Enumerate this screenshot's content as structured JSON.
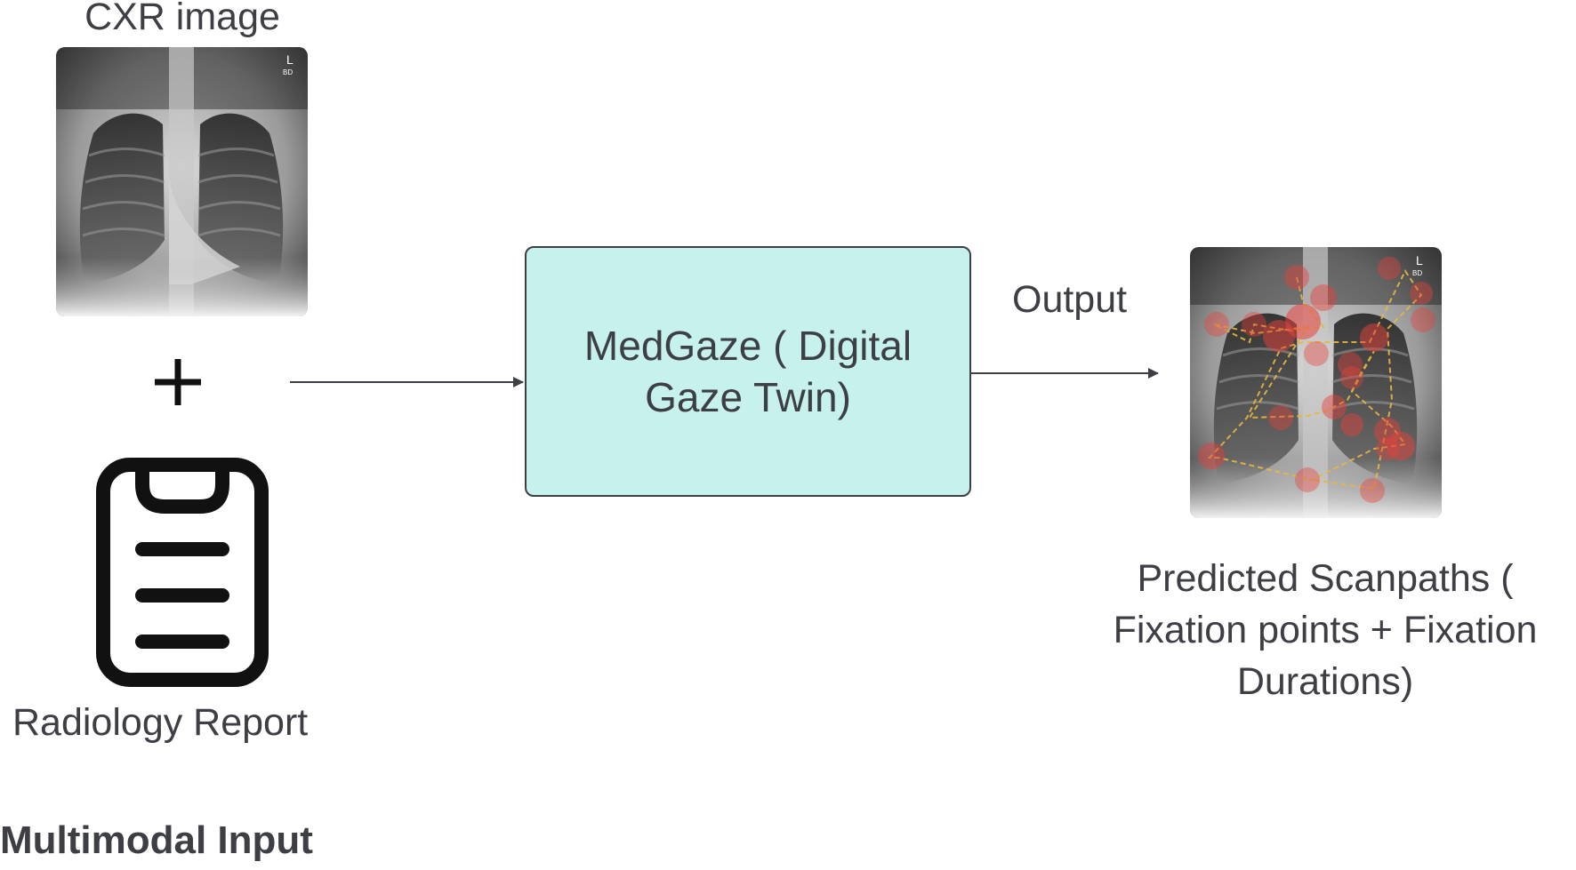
{
  "diagram": {
    "input_image_title": "CXR image",
    "report_label": "Radiology Report",
    "input_group_label": "Multimodal Input",
    "model_label": "MedGaze ( Digital Gaze Twin)",
    "output_label": "Output",
    "result_label": "Predicted Scanpaths ( Fixation points + Fixation Durations)",
    "image_marker": "L",
    "image_marker_sub": "BD",
    "colors": {
      "model_box_fill": "#c6f1ec",
      "stroke": "#3d3f45",
      "fixation": "#e8413a",
      "scanpath": "#e9b640"
    }
  }
}
